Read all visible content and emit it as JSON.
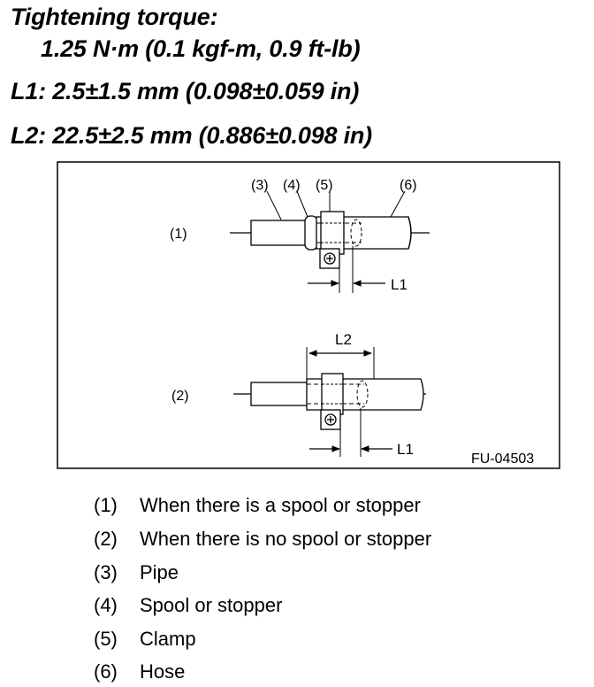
{
  "header": {
    "torque_title": "Tightening torque:",
    "torque_value": "1.25 N·m (0.1 kgf-m, 0.9 ft-lb)",
    "l1_spec": "L1: 2.5±1.5 mm (0.098±0.059 in)",
    "l2_spec": "L2: 22.5±2.5 mm (0.886±0.098 in)"
  },
  "figure": {
    "callouts": [
      "(3)",
      "(4)",
      "(5)",
      "(6)"
    ],
    "case1_label": "(1)",
    "case2_label": "(2)",
    "dim_l1": "L1",
    "dim_l2": "L2",
    "figure_code": "FU-04503"
  },
  "legend": [
    {
      "num": "(1)",
      "text": "When there is a spool or stopper"
    },
    {
      "num": "(2)",
      "text": "When there is no spool or stopper"
    },
    {
      "num": "(3)",
      "text": "Pipe"
    },
    {
      "num": "(4)",
      "text": "Spool or stopper"
    },
    {
      "num": "(5)",
      "text": "Clamp"
    },
    {
      "num": "(6)",
      "text": "Hose"
    }
  ]
}
